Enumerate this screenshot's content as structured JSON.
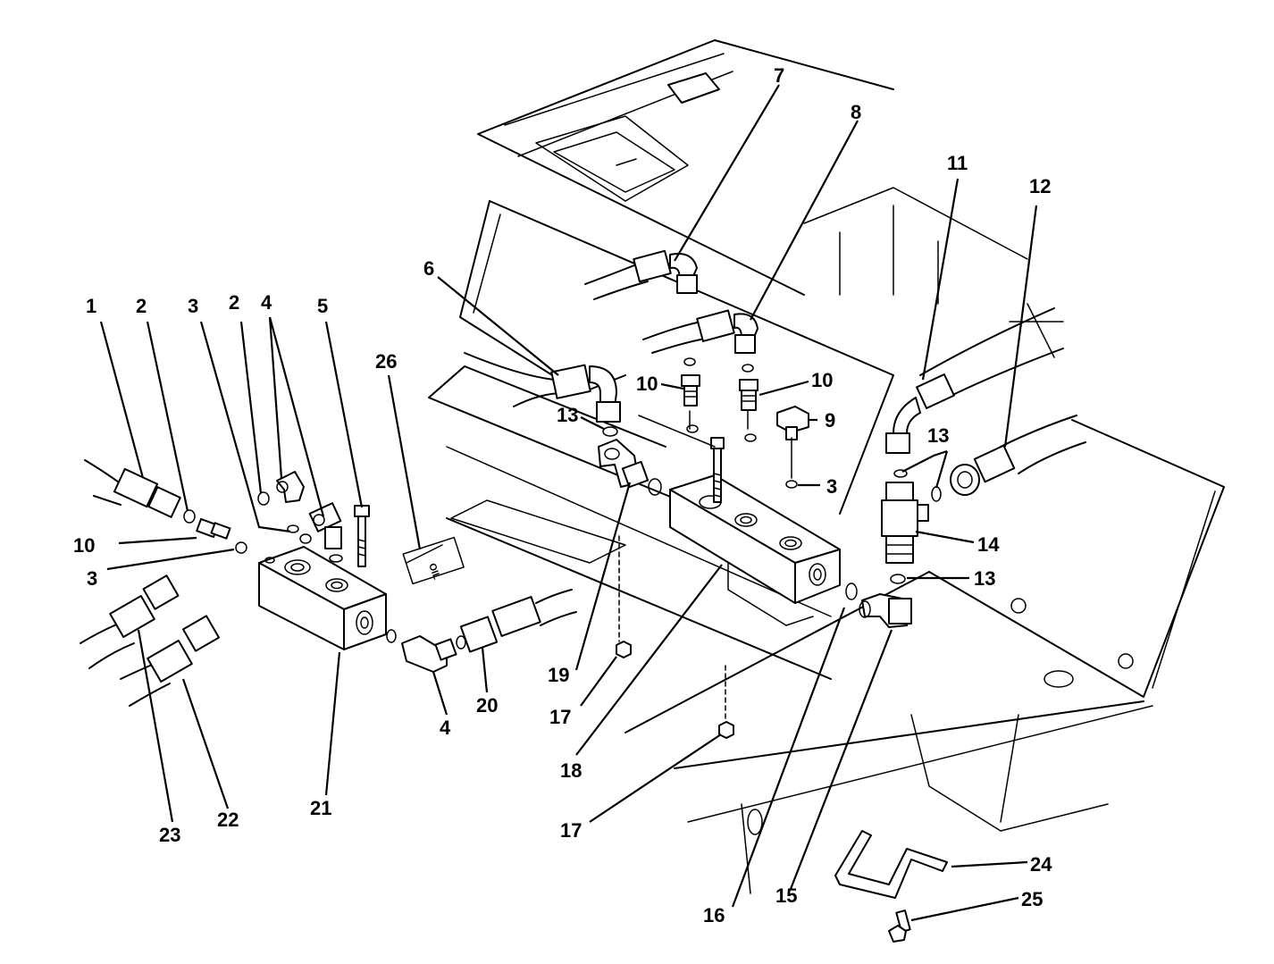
{
  "figure": {
    "callouts": [
      {
        "id": "c1",
        "text": "1"
      },
      {
        "id": "c2a",
        "text": "2"
      },
      {
        "id": "c2b",
        "text": "2"
      },
      {
        "id": "c3a",
        "text": "3"
      },
      {
        "id": "c3b",
        "text": "3"
      },
      {
        "id": "c3c",
        "text": "3"
      },
      {
        "id": "c4a",
        "text": "4"
      },
      {
        "id": "c4b",
        "text": "4"
      },
      {
        "id": "c5",
        "text": "5"
      },
      {
        "id": "c6",
        "text": "6"
      },
      {
        "id": "c7",
        "text": "7"
      },
      {
        "id": "c8",
        "text": "8"
      },
      {
        "id": "c9",
        "text": "9"
      },
      {
        "id": "c10a",
        "text": "10"
      },
      {
        "id": "c10b",
        "text": "10"
      },
      {
        "id": "c10c",
        "text": "10"
      },
      {
        "id": "c11",
        "text": "11"
      },
      {
        "id": "c12",
        "text": "12"
      },
      {
        "id": "c13a",
        "text": "13"
      },
      {
        "id": "c13b",
        "text": "13"
      },
      {
        "id": "c13c",
        "text": "13"
      },
      {
        "id": "c14",
        "text": "14"
      },
      {
        "id": "c15",
        "text": "15"
      },
      {
        "id": "c16",
        "text": "16"
      },
      {
        "id": "c17a",
        "text": "17"
      },
      {
        "id": "c17b",
        "text": "17"
      },
      {
        "id": "c18",
        "text": "18"
      },
      {
        "id": "c19",
        "text": "19"
      },
      {
        "id": "c20",
        "text": "20"
      },
      {
        "id": "c21",
        "text": "21"
      },
      {
        "id": "c22",
        "text": "22"
      },
      {
        "id": "c23",
        "text": "23"
      },
      {
        "id": "c24",
        "text": "24"
      },
      {
        "id": "c25",
        "text": "25"
      },
      {
        "id": "c26",
        "text": "26"
      }
    ],
    "oil_plate_text": "OIL"
  }
}
